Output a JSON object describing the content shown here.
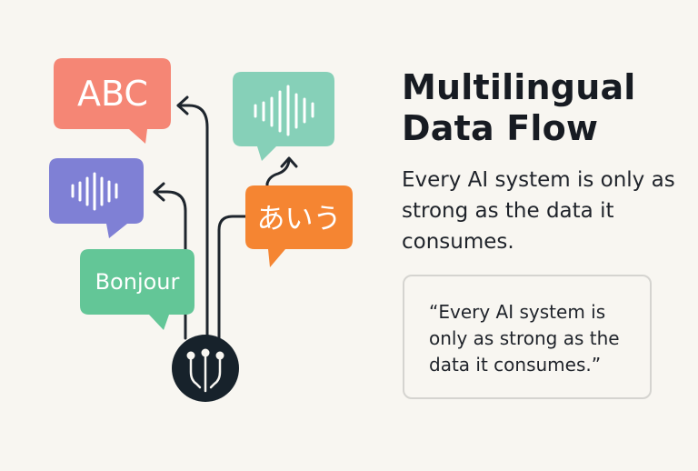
{
  "title": "Multilingual Data Flow",
  "subtitle": "Every AI system is only as strong as the data it consumes.",
  "quote": "“Every AI system is only as strong as the data it consumes.”",
  "bubbles": [
    {
      "text": "ABC",
      "color": "#f58675"
    },
    {
      "text": "",
      "icon": "sound-wave-icon",
      "color": "#7f80d5"
    },
    {
      "text": "Bonjour",
      "color": "#63c697"
    },
    {
      "text": "",
      "icon": "sound-wave-icon",
      "color": "#86d0b8"
    },
    {
      "text": "あいう",
      "color": "#f58532"
    }
  ],
  "hub": {
    "icon": "network-hub-icon",
    "color": "#17222b"
  }
}
